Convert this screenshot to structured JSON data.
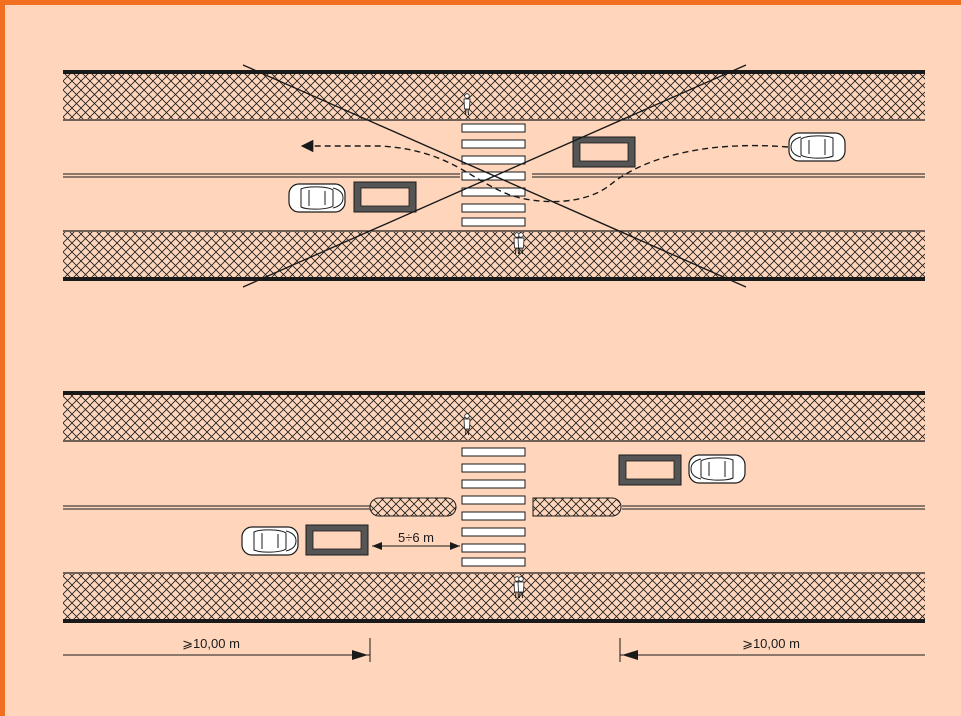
{
  "colors": {
    "frame_border": "#f26f21",
    "background": "#ffd6bc",
    "road_line": "#1a1a1a",
    "stripe_fill": "#ffffff",
    "island_fill": "#ffd6bc",
    "obstacle_fill": "#555555"
  },
  "top_scenario": {
    "state": "incorrect",
    "crossed_out": true,
    "vehicle_path": "dashed swerve through the crossing"
  },
  "bottom_scenario": {
    "state": "correct",
    "gap_label": "5÷6 m",
    "left_distance_label": "⩾10,00 m",
    "right_distance_label": "⩾10,00 m"
  },
  "icons": [
    "car-icon",
    "parked-obstacle-icon",
    "pedestrian-icon",
    "arrow-icon"
  ]
}
